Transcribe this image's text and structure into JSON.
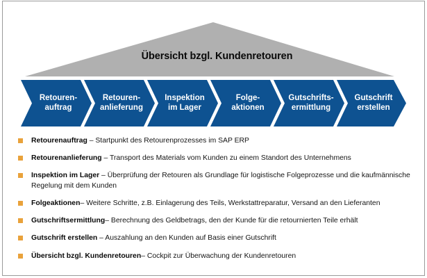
{
  "banner": {
    "title": "Übersicht bzgl. Kundenretouren",
    "shape": "roof-triangle",
    "color": "#b0b0b0"
  },
  "process": {
    "accent_color": "#0e5291",
    "steps": [
      {
        "id": "retourenauftrag",
        "label": "Retouren-\nauftrag"
      },
      {
        "id": "retourenanlieferung",
        "label": "Retouren-\nanlieferung"
      },
      {
        "id": "inspektion-im-lager",
        "label": "Inspektion\nim Lager"
      },
      {
        "id": "folgeaktionen",
        "label": "Folge-\naktionen"
      },
      {
        "id": "gutschriftsermittlung",
        "label": "Gutschrifts-\nermittlung"
      },
      {
        "id": "gutschrift-erstellen",
        "label": "Gutschrift\nerstellen"
      }
    ]
  },
  "legend": {
    "bullet_color": "#e9a23b",
    "items": [
      {
        "term": "Retourenauftrag",
        "description": " – Startpunkt des Retourenprozesses  im SAP ERP"
      },
      {
        "term": "Retourenanlieferung",
        "description": " – Transport des Materials vom Kunden zu einem Standort des Unternehmens"
      },
      {
        "term": "Inspektion im Lager",
        "description": " – Überprüfung der Retouren als Grundlage für logistische Folgeprozesse und die kaufmännische Regelung mit dem Kunden"
      },
      {
        "term": "Folgeaktionen",
        "description": "– Weitere Schritte, z.B. Einlagerung des Teils, Werkstattreparatur, Versand an den Lieferanten"
      },
      {
        "term": "Gutschriftsermittlung",
        "description": "–  Berechnung des Geldbetrags, den der Kunde für die retournierten Teile erhält"
      },
      {
        "term": "Gutschrift erstellen",
        "description": " – Auszahlung an den Kunden auf Basis einer Gutschrift"
      },
      {
        "term": "Übersicht bzgl. Kundenretouren",
        "description": "– Cockpit zur Überwachung der Kundenretouren"
      }
    ]
  }
}
